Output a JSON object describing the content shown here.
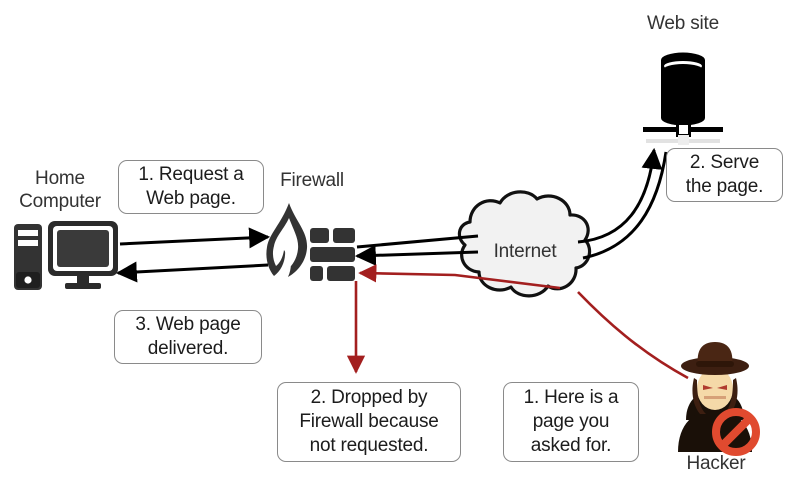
{
  "diagram": {
    "title": "Firewall blocking unrequested traffic from a hacker",
    "colors": {
      "background": "#ffffff",
      "ink": "#1c1c1c",
      "label_text": "#333333",
      "callout_border": "#8a8a8a",
      "flow_black": "#000000",
      "flow_red": "#a31f1f",
      "cloud_fill": "#f2f2f2",
      "device_dark": "#333333",
      "hacker_hat": "#3d1f11",
      "hacker_skin": "#f5d9a8",
      "prohibition_red": "#e04a2f"
    },
    "nodes": [
      {
        "id": "home-computer",
        "label": "Home\nComputer",
        "icon": "desktop-computer-icon"
      },
      {
        "id": "firewall",
        "label": "Firewall",
        "icon": "firewall-flame-brick-icon"
      },
      {
        "id": "internet",
        "label": "Internet",
        "icon": "cloud-icon"
      },
      {
        "id": "web-site",
        "label": "Web site",
        "icon": "server-database-icon"
      },
      {
        "id": "hacker",
        "label": "Hacker",
        "icon": "hacker-figure-icon"
      }
    ],
    "callouts": [
      {
        "id": "request-web-page",
        "text": "1. Request a\nWeb page."
      },
      {
        "id": "serve-the-page",
        "text": "2. Serve\nthe page."
      },
      {
        "id": "web-page-delivered",
        "text": "3. Web page\ndelivered."
      },
      {
        "id": "dropped-by-firewall",
        "text": "2. Dropped by\nFirewall because\nnot requested."
      },
      {
        "id": "here-is-a-page",
        "text": "1. Here is a\npage you\nasked for."
      }
    ],
    "flows": [
      {
        "id": "computer-to-firewall",
        "color": "#000000",
        "direction": "right"
      },
      {
        "id": "firewall-to-computer",
        "color": "#000000",
        "direction": "left"
      },
      {
        "id": "firewall-to-internet",
        "color": "#000000",
        "direction": "right"
      },
      {
        "id": "internet-to-firewall",
        "color": "#000000",
        "direction": "left"
      },
      {
        "id": "internet-to-website",
        "color": "#000000",
        "direction": "up"
      },
      {
        "id": "website-to-internet",
        "color": "#000000",
        "direction": "down"
      },
      {
        "id": "hacker-to-firewall",
        "color": "#a31f1f",
        "direction": "left"
      },
      {
        "id": "firewall-drop",
        "color": "#a31f1f",
        "direction": "down"
      }
    ]
  }
}
